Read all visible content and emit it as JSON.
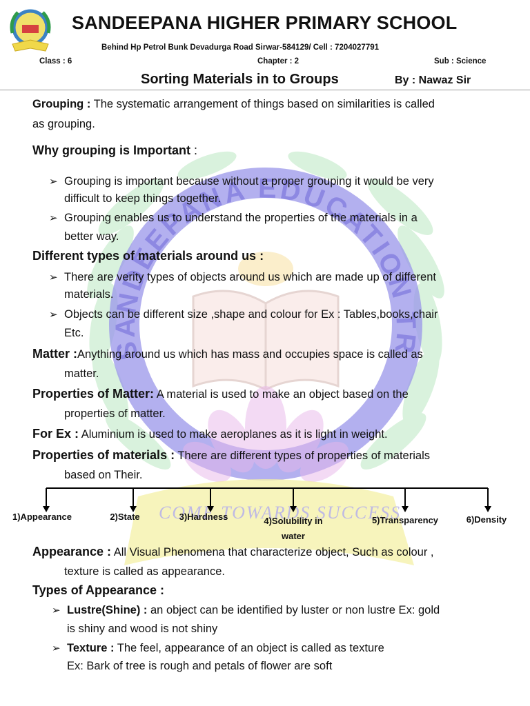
{
  "header": {
    "school": "SANDEEPANA HIGHER PRIMARY SCHOOL",
    "address": "Behind Hp Petrol Bunk Devadurga Road Sirwar-584129/ Cell : 7204027791",
    "class_label": "Class : 6",
    "chapter_label": "Chapter : 2",
    "subject_label": "Sub : Science",
    "topic": "Sorting Materials in to Groups",
    "author": "By : Nawaz Sir"
  },
  "watermark": {
    "arc_text": "SANDEEPANA EDUCATION TRUST",
    "ribbon_text": "COME TOWARDS SUCCESS"
  },
  "body": {
    "grouping_term": "Grouping :",
    "grouping_line1": " The systematic arrangement of things based on similarities is called",
    "grouping_line2": "as grouping.",
    "why_heading": "Why grouping is Important",
    "why_colon": " :",
    "why_b1_l1": "Grouping is important because without a proper grouping it would be very",
    "why_b1_l2": "difficult to keep things together.",
    "why_b2_l1": "Grouping enables us to understand the properties of the materials in a",
    "why_b2_l2": "better way.",
    "types_heading": "Different types of materials around us :",
    "types_b1_l1": "There are verity types of objects around us which are made up of different",
    "types_b1_l2": "materials.",
    "types_b2_l1": "Objects can be different size ,shape and colour for Ex : Tables,books,chair",
    "types_b2_l2": "Etc.",
    "matter_term": "Matter :",
    "matter_l1": "Anything around us which has mass and occupies space is called as",
    "matter_l2": "matter.",
    "prop_matter_term": "Properties of Matter:",
    "prop_matter_l1": " A material is used to make an object based on the",
    "prop_matter_l2": "properties of matter.",
    "forex_term": "For Ex :",
    "forex_text": " Aluminium is used to make aeroplanes as it is light in weight.",
    "prop_mat_term": "Properties of materials :",
    "prop_mat_l1": " There are different types of properties of materials",
    "prop_mat_l2": "based on Their.",
    "appearance_term": "Appearance :",
    "appearance_l1": " All Visual Phenomena that characterize object, Such as colour ,",
    "appearance_l2": "texture is called as appearance.",
    "types_app_heading": "Types of Appearance :",
    "lustre_term": "Lustre(Shine) :",
    "lustre_l1": " an object can be identified by luster or non lustre Ex: gold",
    "lustre_l2": "is shiny and wood is not shiny",
    "texture_term": "Texture :",
    "texture_l1": " The feel, appearance of an object is called as texture",
    "texture_l2": "Ex: Bark of tree is rough and petals of flower are soft"
  },
  "branches": {
    "b1": "1)Appearance",
    "b2": "2)State",
    "b3": "3)Hardness",
    "b4_l1": "4)Solubility in",
    "b4_l2": "water",
    "b5": "5)Transparency",
    "b6": "6)Density"
  },
  "icons": {
    "bullet": "arrow-bullet-icon",
    "logo": "school-logo-icon"
  },
  "colors": {
    "watermark_purple": "#8a84e6",
    "watermark_green": "#bfe9c6",
    "ribbon": "#f5f0a0"
  }
}
